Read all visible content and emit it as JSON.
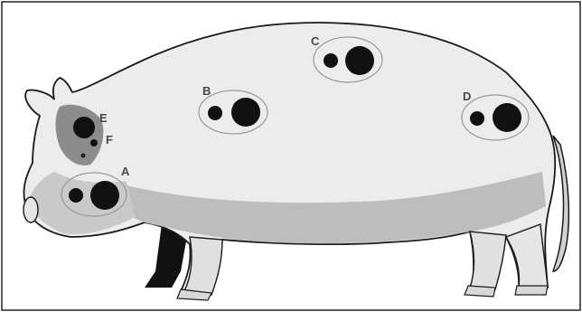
{
  "figure": {
    "sites": [
      {
        "id": "a",
        "label": "A"
      },
      {
        "id": "b",
        "label": "B"
      },
      {
        "id": "c",
        "label": "C"
      },
      {
        "id": "d",
        "label": "D"
      },
      {
        "id": "e",
        "label": "E"
      },
      {
        "id": "f",
        "label": "F"
      }
    ]
  },
  "colors": {
    "outline": "#1a1a1a",
    "body_light": "#f2f2f2",
    "body_mid": "#c8c8c8",
    "body_shadow": "#8c8c8c",
    "spot": "#111111",
    "ellipse_stroke": "#999999",
    "label": "#4a4a4a"
  }
}
